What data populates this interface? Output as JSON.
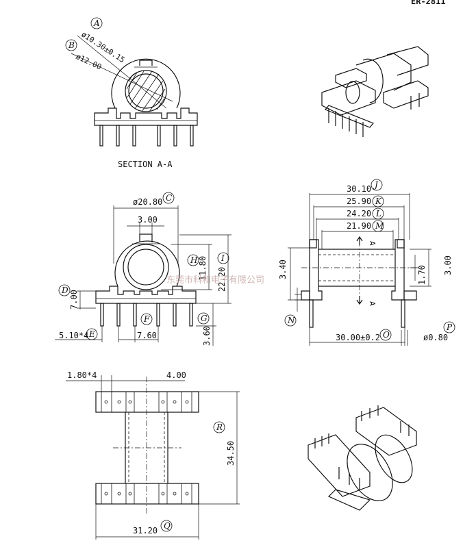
{
  "header": {
    "corner_text": "ER-2811"
  },
  "section": {
    "label": "SECTION A-A"
  },
  "markers": {
    "A": "A",
    "B": "B",
    "C": "C",
    "D": "D",
    "E": "E",
    "F": "F",
    "G": "G",
    "H": "H",
    "I": "I",
    "J": "J",
    "K": "K",
    "L": "L",
    "M": "M",
    "N": "N",
    "O": "O",
    "P": "P",
    "Q": "Q",
    "R": "R"
  },
  "dimensions": {
    "A": "ø10.30±0.15",
    "B": "ø12.00",
    "C": "ø20.80",
    "slot": "3.00",
    "H": "11.80",
    "I": "22.20",
    "D": "7.00",
    "E": "5.10*4",
    "F": "7.60",
    "G": "3.60",
    "J": "30.10",
    "K": "25.90",
    "L": "24.20",
    "M": "21.90",
    "side_left": "3.40",
    "side_mid": "1.70",
    "side_right": "3.00",
    "O": "30.00±0.2",
    "P": "ø0.80",
    "top_left": "1.80*4",
    "top_right": "4.00",
    "R": "34.50",
    "Q": "31.20"
  },
  "section_arrow": "A",
  "watermark": {
    "text": "东莞市科和电子有限公司"
  }
}
